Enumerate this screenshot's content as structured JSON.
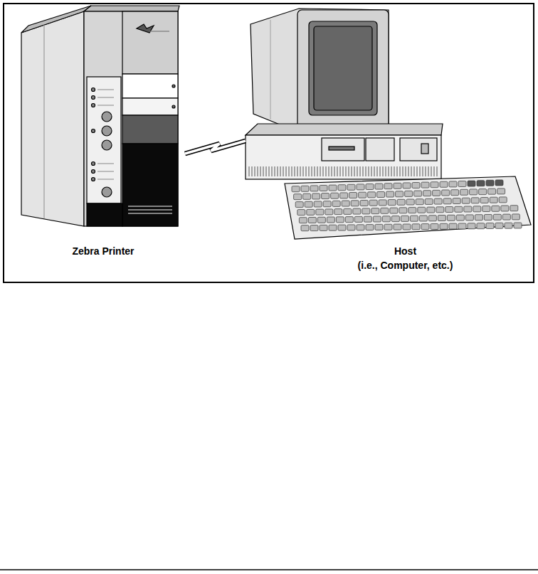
{
  "diagram": {
    "nodes": [
      {
        "text": [
          "Zebra Printer"
        ]
      },
      {
        "text": [
          "Host",
          "(i.e., Computer, etc.)"
        ]
      }
    ],
    "edges": [
      {
        "from": 0,
        "to": 1,
        "arrow": "none"
      }
    ]
  }
}
